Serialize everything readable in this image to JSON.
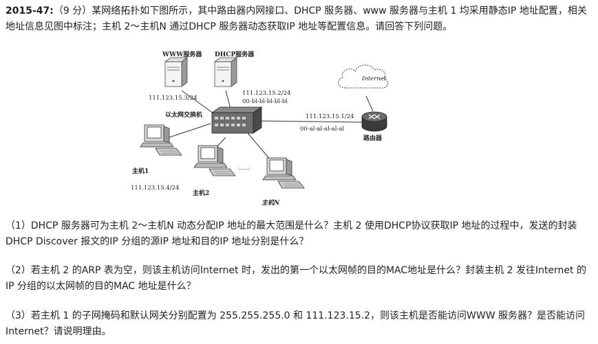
{
  "question": {
    "id": "2015-47:",
    "intro": "（9 分）某网络拓扑如下图所示，其中路由器内网接口、DHCP 服务器、www 服务器与主机 1 均采用静态IP 地址配置，相关地址信息见图中标注；主机 2～主机N 通过DHCP 服务器动态获取IP 地址等配置信息。请回答下列问题。",
    "q1": "（1）DHCP 服务器可为主机 2～主机N 动态分配IP 地址的最大范围是什么？主机 2 使用DHCP协议获取IP 地址的过程中，发送的封装DHCP Discover 报文的IP 分组的源IP 地址和目的IP 地址分别是什么？",
    "q2": "（2）若主机 2 的ARP 表为空，则该主机访问Internet 时，发出的第一个以太网帧的目的MAC地址是什么？封装主机 2 发往Internet 的IP 分组的以太网帧的目的MAC 地址是什么？",
    "q3": "（3）若主机 1 的子网掩码和默认网关分别配置为 255.255.255.0 和 111.123.15.2，则该主机是否能访问WWW 服务器？是否能访问Internet？请说明理由。"
  },
  "diagram": {
    "www_server": "WWW服务器",
    "www_ip": "111.123.15.3/24",
    "dhcp_server": "DHCP服务器",
    "dhcp_ip": "111.123.15.2/24",
    "dhcp_mac": "00-bl-bl-bl-bl-bl",
    "switch": "以太网交换机",
    "router_ip": "111.123.15.1/24",
    "router_mac": "00-al-al-al-al-al",
    "router": "路由器",
    "internet": "Internet",
    "host1": "主机1",
    "host1_ip": "111.123.15.4/24",
    "host2": "主机2",
    "ellipsis": "……",
    "hostN": "主机N"
  }
}
